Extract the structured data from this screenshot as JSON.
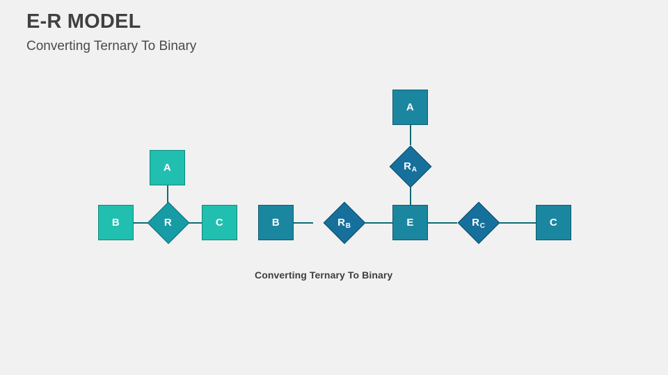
{
  "header": {
    "title": "E-R MODEL",
    "subtitle": "Converting Ternary To Binary"
  },
  "colors": {
    "background": "#f1f1f1",
    "square_teal": "#20bfb0",
    "diamond_teal": "#179ca6",
    "square_blue": "#1b86a0",
    "diamond_blue": "#16709b",
    "connector": "#0d6b73",
    "title_text": "#404040",
    "node_text": "#ffffff"
  },
  "diagrams": {
    "ternary": {
      "name": "ternary-relationship",
      "nodes": {
        "a": {
          "label": "A",
          "shape": "square"
        },
        "b": {
          "label": "B",
          "shape": "square"
        },
        "c": {
          "label": "C",
          "shape": "square"
        },
        "r": {
          "label": "R",
          "shape": "diamond"
        }
      }
    },
    "binary": {
      "name": "binary-relationship",
      "nodes": {
        "a": {
          "label": "A",
          "shape": "square"
        },
        "b": {
          "label": "B",
          "shape": "square"
        },
        "c": {
          "label": "C",
          "shape": "square"
        },
        "e": {
          "label": "E",
          "shape": "square"
        },
        "ra": {
          "label": "R",
          "sub": "A",
          "shape": "diamond"
        },
        "rb": {
          "label": "R",
          "sub": "B",
          "shape": "diamond"
        },
        "rc": {
          "label": "R",
          "sub": "C",
          "shape": "diamond"
        }
      },
      "caption": "Converting Ternary To Binary"
    }
  }
}
